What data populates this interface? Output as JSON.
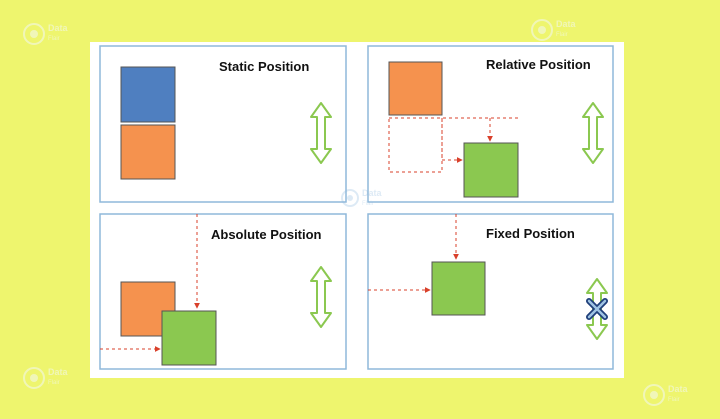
{
  "panels": {
    "static": {
      "title": "Static Position"
    },
    "relative": {
      "title": "Relative Position"
    },
    "absolute": {
      "title": "Absolute Position"
    },
    "fixed": {
      "title": "Fixed Position"
    }
  },
  "watermark": {
    "brand_line1": "Data",
    "brand_line2": "Flair"
  },
  "colors": {
    "page_bg": "#eef56e",
    "panel_border": "#8fb8da",
    "blue_box": "#4f7fc0",
    "orange_box": "#f5924e",
    "green_box": "#8bc850",
    "dashed_arrow": "#d9402b",
    "double_arrow": "#8bc850"
  },
  "icons": {
    "scroll_arrow": "double-headed-vertical-arrow-icon",
    "blocked": "x-cross-icon"
  }
}
